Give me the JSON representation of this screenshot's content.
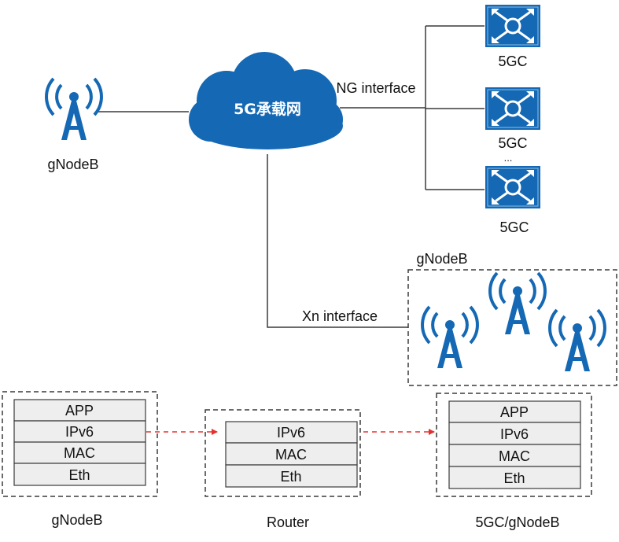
{
  "colors": {
    "accent_blue": "#1468b4",
    "layer_fill": "#eeeeee",
    "arrow_red": "#e53030",
    "line": "#3a3a3a"
  },
  "icons": {
    "tower": "cell-tower-icon",
    "core": "router-core-icon",
    "cloud": "cloud-icon"
  },
  "nodes": {
    "gnodeb_top_label": "gNodeB",
    "cloud_label": "5G承载网",
    "core_labels": [
      "5GC",
      "5GC",
      "5GC"
    ],
    "core_ellipsis": "...",
    "gnodeb_group_label": "gNodeB"
  },
  "interfaces": {
    "ng": "NG interface",
    "xn": "Xn interface"
  },
  "stacks": {
    "left": {
      "label": "gNodeB",
      "layers": [
        "APP",
        "IPv6",
        "MAC",
        "Eth"
      ]
    },
    "middle": {
      "label": "Router",
      "layers": [
        "IPv6",
        "MAC",
        "Eth"
      ]
    },
    "right": {
      "label": "5GC/gNodeB",
      "layers": [
        "APP",
        "IPv6",
        "MAC",
        "Eth"
      ]
    }
  }
}
